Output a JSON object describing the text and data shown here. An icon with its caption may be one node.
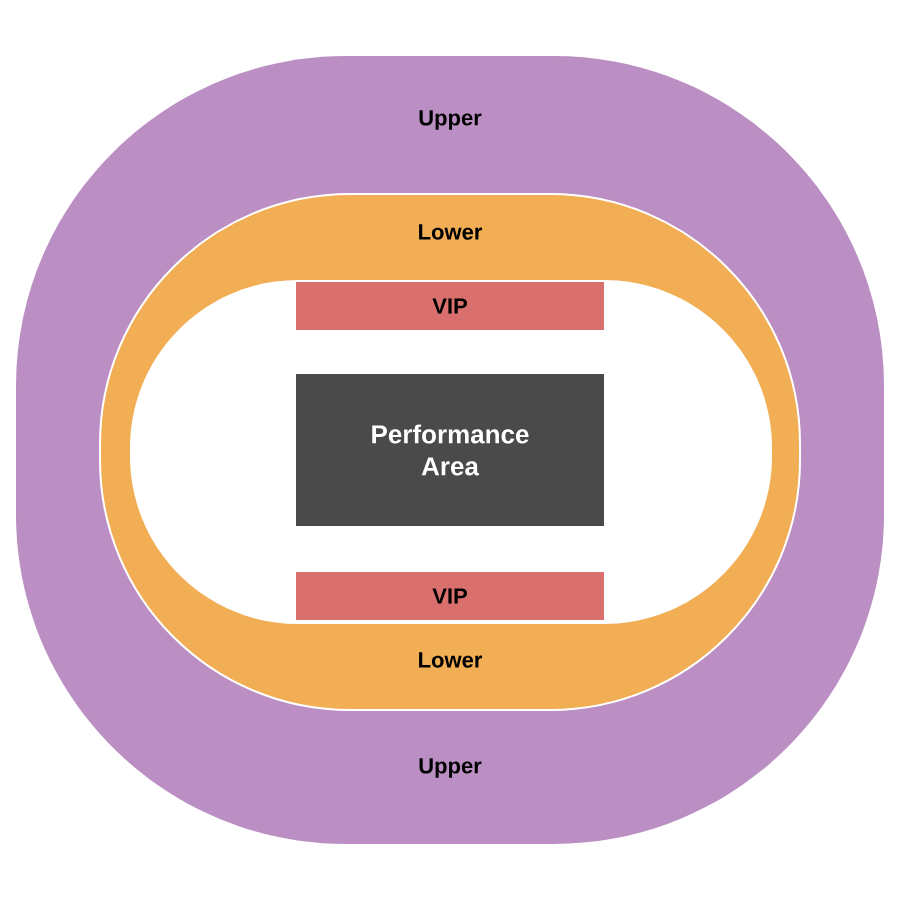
{
  "diagram": {
    "nodes": [
      {
        "text": [
          "Upper",
          "Upper"
        ]
      },
      {
        "text": [
          "Lower",
          "Lower"
        ],
        "in": 0
      },
      {
        "text": [
          "VIP"
        ],
        "in": 1
      },
      {
        "text": [
          "Performance Area"
        ],
        "in": 1
      },
      {
        "text": [
          "VIP"
        ],
        "in": 1
      }
    ]
  }
}
